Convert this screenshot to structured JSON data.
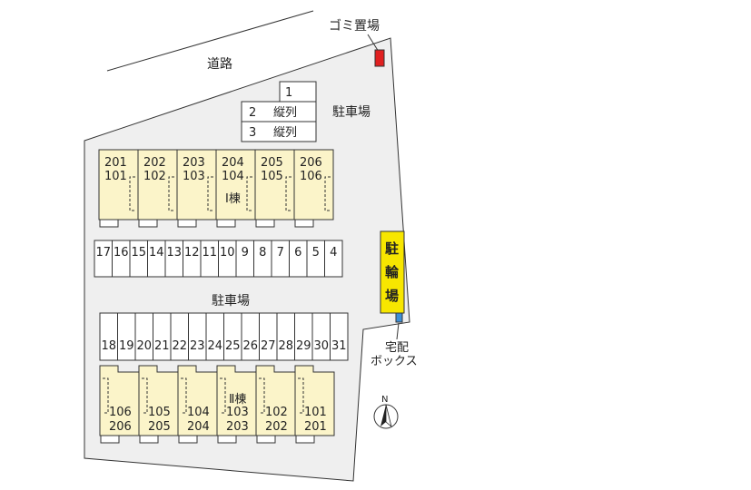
{
  "labels": {
    "road": "道路",
    "garbage": "ゴミ置場",
    "parking_upper": "駐車場",
    "parking_middle": "駐車場",
    "bike_parking": [
      "駐",
      "輪",
      "場"
    ],
    "delivery_box_line1": "宅配",
    "delivery_box_line2": "ボックス",
    "building_1": "Ⅰ棟",
    "building_2": "Ⅱ棟",
    "north": "N"
  },
  "upper_parking_spaces": [
    {
      "num": "1",
      "note": ""
    },
    {
      "num": "2",
      "note": "縦列"
    },
    {
      "num": "3",
      "note": "縦列"
    }
  ],
  "building_1_units": [
    {
      "upper": "201",
      "lower": "101"
    },
    {
      "upper": "202",
      "lower": "102"
    },
    {
      "upper": "203",
      "lower": "103"
    },
    {
      "upper": "204",
      "lower": "104"
    },
    {
      "upper": "205",
      "lower": "105"
    },
    {
      "upper": "206",
      "lower": "106"
    }
  ],
  "parking_row_1": [
    "17",
    "16",
    "15",
    "14",
    "13",
    "12",
    "11",
    "10",
    "9",
    "8",
    "7",
    "6",
    "5",
    "4"
  ],
  "parking_row_2": [
    "18",
    "19",
    "20",
    "21",
    "22",
    "23",
    "24",
    "25",
    "26",
    "27",
    "28",
    "29",
    "30",
    "31"
  ],
  "building_2_units": [
    {
      "upper": "106",
      "lower": "206"
    },
    {
      "upper": "105",
      "lower": "205"
    },
    {
      "upper": "104",
      "lower": "204"
    },
    {
      "upper": "103",
      "lower": "203"
    },
    {
      "upper": "102",
      "lower": "202"
    },
    {
      "upper": "101",
      "lower": "201"
    }
  ],
  "colors": {
    "unit_fill": "#fbf4c9",
    "bike_parking": "#f7e600",
    "garbage": "#e02020",
    "delivery_box": "#3d8fd6",
    "site_fill": "#efefef"
  }
}
